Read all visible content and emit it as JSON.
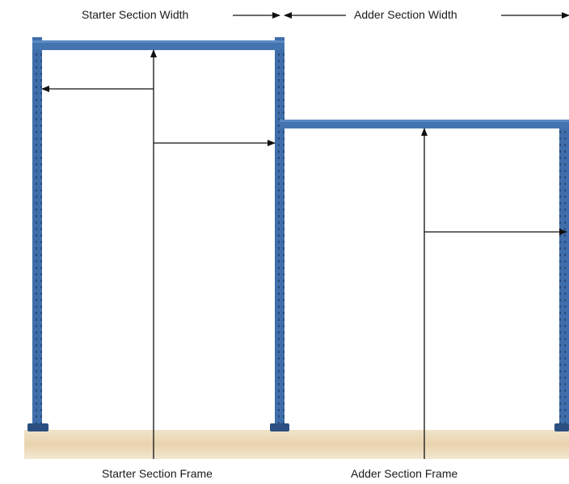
{
  "labels": {
    "starter_width": "Starter Section Width",
    "adder_width": "Adder Section Width",
    "starter_frame": "Starter Section Frame",
    "adder_frame": "Adder Section Frame"
  },
  "colors": {
    "frame_blue": "#3f6eaa",
    "frame_dark": "#2b4f80",
    "wood": "#ead7b6",
    "arrow": "#111111"
  }
}
